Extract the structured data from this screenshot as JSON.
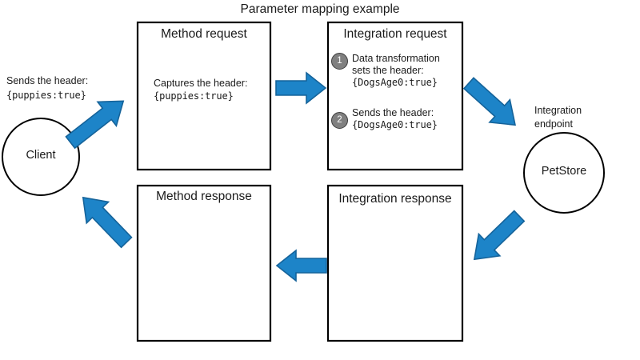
{
  "diagram": {
    "title": "Parameter mapping example",
    "type": "flow-diagram",
    "colors": {
      "arrow_fill": "#1d84c8",
      "arrow_stroke": "#15639a",
      "box_stroke": "#000000",
      "badge_fill": "#808080",
      "text": "#1a1a1a",
      "background": "#ffffff"
    },
    "nodes": {
      "client": {
        "label": "Client",
        "shape": "circle",
        "caption": "Sends the header:",
        "caption_code": "{puppies:true}"
      },
      "method_request": {
        "title": "Method request",
        "shape": "rectangle",
        "body_line": "Captures the header:",
        "body_code": "{puppies:true}"
      },
      "integration_request": {
        "title": "Integration request",
        "shape": "rectangle",
        "steps": [
          {
            "number": "1",
            "lines": [
              "Data transformation",
              "sets the header:"
            ],
            "code": "{DogsAge0:true}"
          },
          {
            "number": "2",
            "lines": [
              "Sends the header:"
            ],
            "code": "{DogsAge0:true}"
          }
        ]
      },
      "integration_endpoint": {
        "label": "PetStore",
        "shape": "circle",
        "caption_line1": "Integration",
        "caption_line2": "endpoint"
      },
      "integration_response": {
        "title": "Integration response",
        "shape": "rectangle"
      },
      "method_response": {
        "title": "Method response",
        "shape": "rectangle"
      }
    },
    "arrows": [
      {
        "name": "client-to-method-request",
        "direction": "up-right"
      },
      {
        "name": "method-request-to-integration-request",
        "direction": "right"
      },
      {
        "name": "integration-request-to-endpoint",
        "direction": "down-right"
      },
      {
        "name": "endpoint-to-integration-response",
        "direction": "down-left"
      },
      {
        "name": "integration-response-to-method-response",
        "direction": "left"
      },
      {
        "name": "method-response-to-client",
        "direction": "up-left"
      }
    ]
  }
}
